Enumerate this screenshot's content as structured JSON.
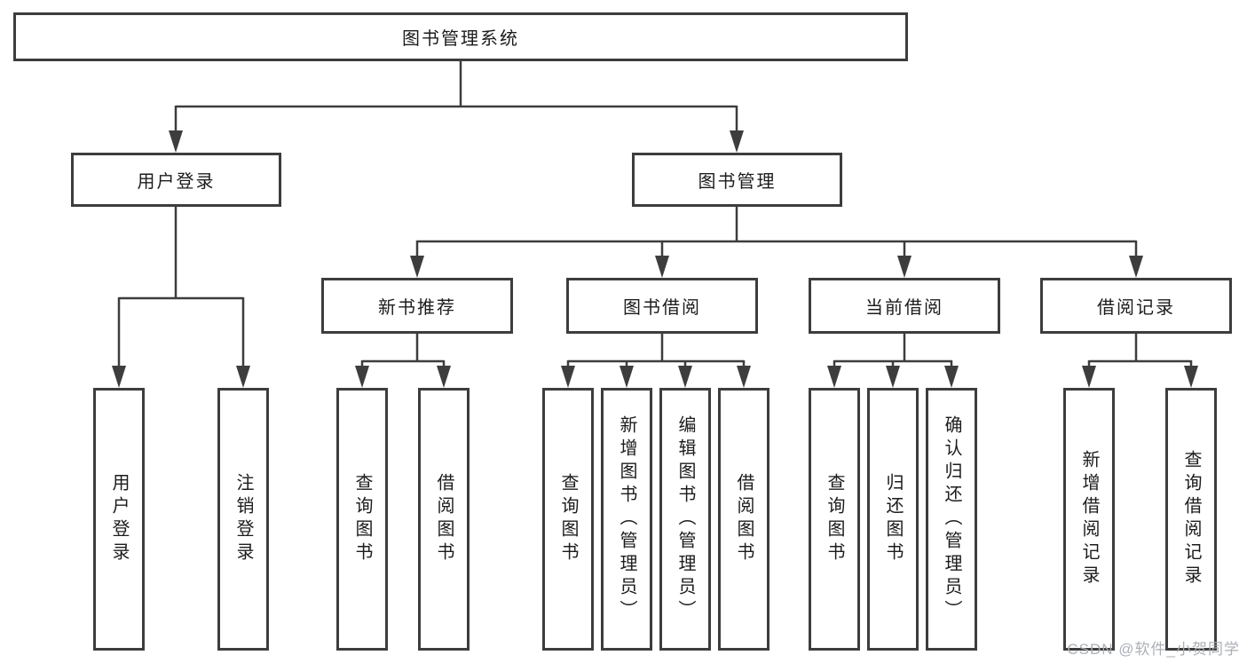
{
  "diagram": {
    "root": {
      "label": "图书管理系统"
    },
    "level2": [
      {
        "label": "用户登录"
      },
      {
        "label": "图书管理"
      }
    ],
    "level3": [
      {
        "label": "新书推荐"
      },
      {
        "label": "图书借阅"
      },
      {
        "label": "当前借阅"
      },
      {
        "label": "借阅记录"
      }
    ],
    "leaves": {
      "user_login": [
        "用户登录",
        "注销登录"
      ],
      "new_book_recommend": [
        "查询图书",
        "借阅图书"
      ],
      "book_borrow": [
        "查询图书",
        "新增图书（管理员）",
        "编辑图书（管理员）",
        "借阅图书"
      ],
      "current_borrow": [
        "查询图书",
        "归还图书",
        "确认归还（管理员）"
      ],
      "borrow_records": [
        "新增借阅记录",
        "查询借阅记录"
      ]
    }
  },
  "watermark": {
    "text": "CSDN @软件_小贺同学"
  },
  "colors": {
    "box_border": "#3d3d3d",
    "connector": "#3d3d3d",
    "text": "#1c1c1c",
    "watermark": "#a7acb4",
    "background": "#ffffff"
  }
}
